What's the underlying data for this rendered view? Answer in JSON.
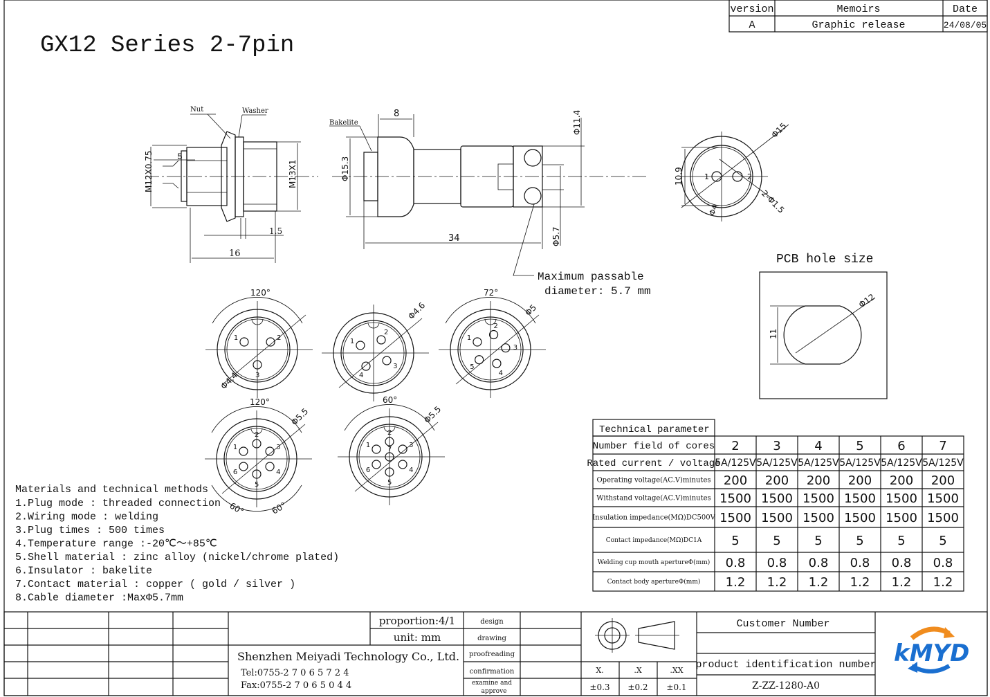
{
  "title": "GX12 Series 2-7pin",
  "revision": {
    "headers": [
      "version",
      "Memoirs",
      "Date"
    ],
    "row": [
      "A",
      "Graphic release",
      "24/08/05"
    ]
  },
  "side_view": {
    "nut": "Nut",
    "washer": "Washer",
    "d5": "5",
    "thread": "M12X0.75",
    "thread2": "M13X1",
    "d15": "1.5",
    "d16": "16"
  },
  "plug_view": {
    "bakelite": "Bakelite",
    "d8": "8",
    "d153": "Φ15.3",
    "d114": "Φ11.4",
    "d34": "34",
    "d57": "Φ5.7",
    "note1": "Maximum passable",
    "note2": "diameter: 5.7 mm"
  },
  "front_2pin": {
    "d15": "Φ15",
    "h": "10.9",
    "pin": "2-Φ1.5",
    "d4": "Φ4",
    "pins": [
      "1",
      "2"
    ]
  },
  "pin_views": [
    {
      "angle": "120°",
      "dia": "Φ4.4",
      "pins": [
        "1",
        "2",
        "3"
      ]
    },
    {
      "angle": "",
      "dia": "Φ4.6",
      "pins": [
        "1",
        "2",
        "3",
        "4"
      ]
    },
    {
      "angle": "72°",
      "dia": "Φ5",
      "pins": [
        "1",
        "2",
        "3",
        "4",
        "5"
      ]
    },
    {
      "angle": "120°",
      "angle2": "60°",
      "angle3": "60°",
      "dia": "Φ5.5",
      "pins": [
        "1",
        "2",
        "3",
        "4",
        "5",
        "6"
      ]
    },
    {
      "angle": "60°",
      "dia": "Φ5.5",
      "pins": [
        "1",
        "2",
        "3",
        "4",
        "5",
        "6",
        "7"
      ]
    }
  ],
  "pcb": {
    "title": "PCB hole size",
    "dia": "Φ12",
    "h": "11"
  },
  "materials": {
    "title": "Materials and technical methods",
    "items": [
      "1.Plug mode : threaded connection",
      "2.Wiring mode : welding",
      "3.Plug times : 500 times",
      "4.Temperature range :-20℃～+85℃",
      "5.Shell material : zinc alloy (nickel/chrome plated)",
      "6.Insulator : bakelite",
      "7.Contact material : copper ( gold / silver )",
      "8.Cable diameter :MaxΦ5.7mm"
    ]
  },
  "tech_table": {
    "title": "Technical parameter",
    "rows": [
      {
        "label": "Number field of cores",
        "values": [
          "2",
          "3",
          "4",
          "5",
          "6",
          "7"
        ]
      },
      {
        "label": "Rated current / voltage",
        "values": [
          "5A/125V",
          "5A/125V",
          "5A/125V",
          "5A/125V",
          "5A/125V",
          "5A/125V"
        ]
      },
      {
        "label": "Operating voltage(AC.V)minutes",
        "values": [
          "200",
          "200",
          "200",
          "200",
          "200",
          "200"
        ]
      },
      {
        "label": "Withstand voltage(AC.V)minutes",
        "values": [
          "1500",
          "1500",
          "1500",
          "1500",
          "1500",
          "1500"
        ]
      },
      {
        "label": "Insulation impedance(MΩ)DC500V",
        "values": [
          "1500",
          "1500",
          "1500",
          "1500",
          "1500",
          "1500"
        ]
      },
      {
        "label": "Contact impedance(MΩ)DC1A",
        "values": [
          "5",
          "5",
          "5",
          "5",
          "5",
          "5"
        ]
      },
      {
        "label": "Welding cup mouth apertureΦ(mm)",
        "values": [
          "0.8",
          "0.8",
          "0.8",
          "0.8",
          "0.8",
          "0.8"
        ]
      },
      {
        "label": "Contact body apertureΦ(mm)",
        "values": [
          "1.2",
          "1.2",
          "1.2",
          "1.2",
          "1.2",
          "1.2"
        ]
      }
    ]
  },
  "title_block": {
    "proportion": "proportion:4/1",
    "unit": "unit:  mm",
    "company": "Shenzhen Meiyadi Technology Co., Ltd.",
    "tel": "Tel:0755-2 7 0 6 5 7 2 4",
    "fax": "Fax:0755-2 7 0 6 5 0 4 4",
    "roles": [
      "design",
      "drawing",
      "proofreading",
      "confirmation",
      "examine and",
      "approve"
    ],
    "tol_headers": [
      "X.",
      ".X",
      ".XX"
    ],
    "tol_values": [
      "±0.3",
      "±0.2",
      "±0.1"
    ],
    "customer_number": "Customer Number",
    "product_id_label": "product identification number",
    "product_id": "Z-ZZ-1280-A0"
  },
  "logo": {
    "text": "kMYD",
    "blue": "#1a6fd0",
    "orange": "#f08c1e"
  }
}
